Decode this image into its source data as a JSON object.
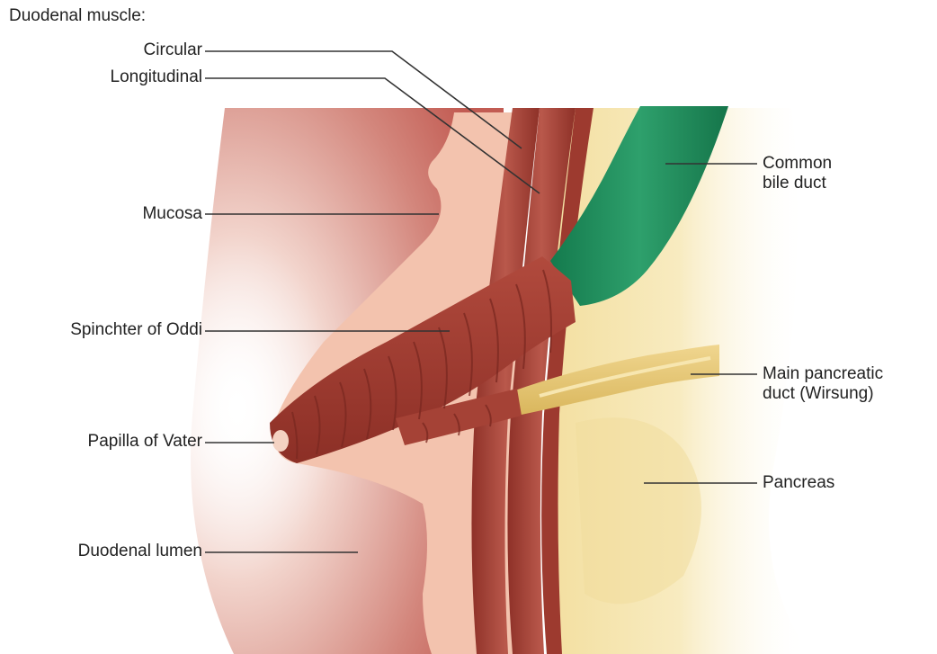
{
  "diagram": {
    "labels": {
      "heading": "Duodenal muscle:",
      "circular": "Circular",
      "longitudinal": "Longitudinal",
      "mucosa": "Mucosa",
      "sphincter": "Spinchter of Oddi",
      "papilla": "Papilla of Vater",
      "lumen": "Duodenal lumen",
      "bile_duct": [
        "Common",
        "bile duct"
      ],
      "pancreatic_duct": [
        "Main pancreatic",
        "duct (Wirsung)"
      ],
      "pancreas": "Pancreas"
    },
    "colors": {
      "muscle": "#a53f33",
      "mucosa": "#f3c3ae",
      "lumen": "#c9665d",
      "bile_duct": "#1f8a5c",
      "pancreas": "#f6e6b2",
      "pancreatic_duct": "#e3c679",
      "leader_line": "#333333"
    }
  }
}
